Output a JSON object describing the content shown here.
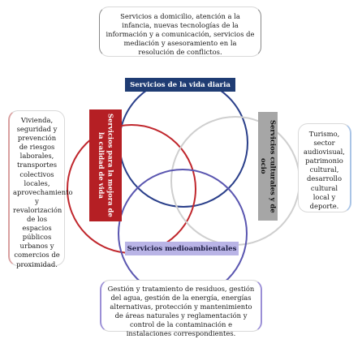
{
  "colors": {
    "navy": "#1f3c73",
    "red": "#b51f24",
    "gray": "#a6a6a6",
    "lavender": "#b9b4e6",
    "ring_blue": "#2a3f8a",
    "ring_red": "#c0272d",
    "ring_gray": "#cfcfcf",
    "ring_purple": "#5a56b0"
  },
  "labels": {
    "vida_diaria": "Servicios de la vida diaria",
    "calidad_vida": "Servicios para la mejora de la calidad de vida",
    "culturales": "Servicios culturales y de ocio",
    "medioambientales": "Servicios medioambientales"
  },
  "notes": {
    "top": "Servicios a domicilio, atención a la infancia, nuevas tecnologías de la información y a comunicación, servicios de mediación y asesoramiento en la resolución de conflictos.",
    "left": "Vivienda, seguridad y prevención de riesgos laborales, transportes colectivos locales, aprovechamiento y revalorización de los espacios públicos urbanos y comercios de proximidad.",
    "right": "Turismo, sector audiovisual, patrimonio cultural, desarrollo cultural local y deporte.",
    "bottom": "Gestión y tratamiento de residuos, gestión del agua, gestión de la energía, energías alternativas, protección y mantenimiento de áreas naturales y reglamentación y control de la contaminación e instalaciones correspondientes."
  }
}
